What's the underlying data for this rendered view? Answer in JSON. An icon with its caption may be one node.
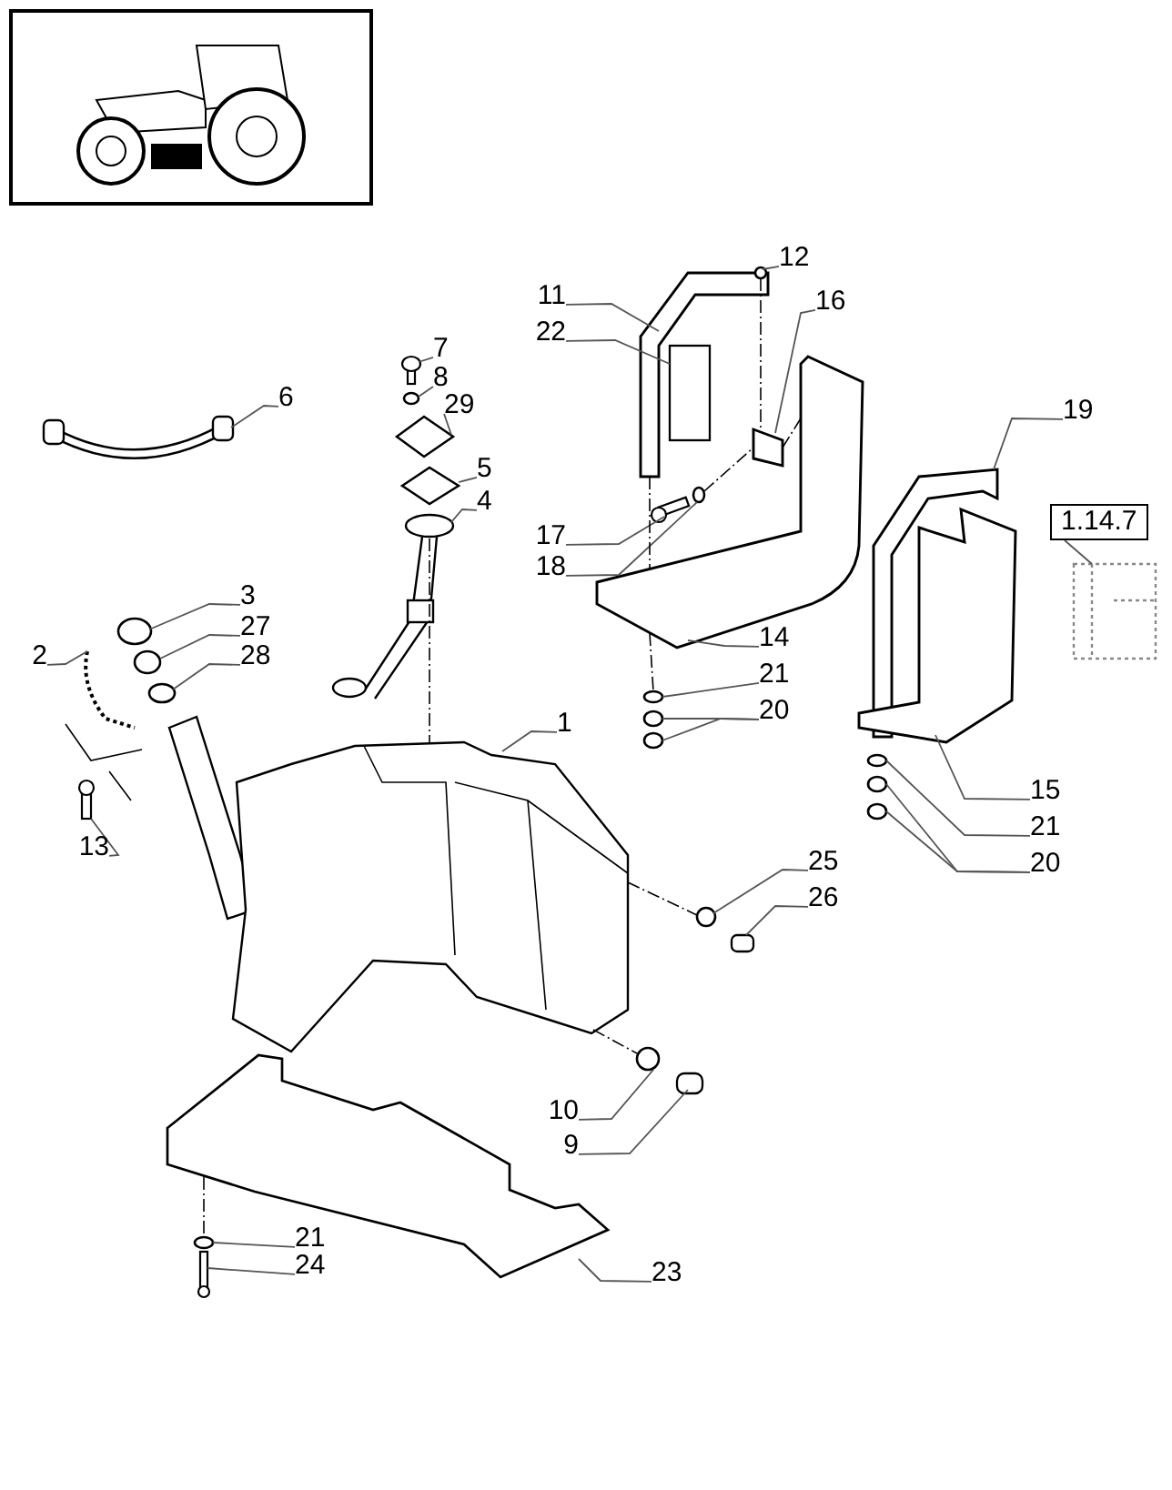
{
  "diagram": {
    "nodes": [
      {
        "text": [
          "12"
        ]
      },
      {
        "text": [
          "11"
        ]
      },
      {
        "text": [
          "16"
        ]
      },
      {
        "text": [
          "22"
        ]
      },
      {
        "text": [
          "7"
        ]
      },
      {
        "text": [
          "8"
        ]
      },
      {
        "text": [
          "6"
        ]
      },
      {
        "text": [
          "29"
        ]
      },
      {
        "text": [
          "19"
        ]
      },
      {
        "text": [
          "5"
        ]
      },
      {
        "text": [
          "4"
        ]
      },
      {
        "text": [
          "1.14.7"
        ]
      },
      {
        "text": [
          "17"
        ]
      },
      {
        "text": [
          "18"
        ]
      },
      {
        "text": [
          "3"
        ]
      },
      {
        "text": [
          "27"
        ]
      },
      {
        "text": [
          "28"
        ]
      },
      {
        "text": [
          "2"
        ]
      },
      {
        "text": [
          "14"
        ]
      },
      {
        "text": [
          "21"
        ]
      },
      {
        "text": [
          "20"
        ]
      },
      {
        "text": [
          "1"
        ]
      },
      {
        "text": [
          "15"
        ]
      },
      {
        "text": [
          "21"
        ]
      },
      {
        "text": [
          "13"
        ]
      },
      {
        "text": [
          "20"
        ]
      },
      {
        "text": [
          "25"
        ]
      },
      {
        "text": [
          "26"
        ]
      },
      {
        "text": [
          "10"
        ]
      },
      {
        "text": [
          "9"
        ]
      },
      {
        "text": [
          "21"
        ]
      },
      {
        "text": [
          "24"
        ]
      },
      {
        "text": [
          "23"
        ]
      },
      {
        "text": [],
        "shape": "picture"
      },
      {
        "text": [],
        "shape": "bolt"
      },
      {
        "text": [],
        "shape": "circle"
      },
      {
        "text": [],
        "shape": "diamond"
      },
      {
        "text": [],
        "shape": "diamond"
      },
      {
        "text": [],
        "shape": "picture"
      },
      {
        "text": [],
        "shape": "circle"
      },
      {
        "text": [],
        "shape": "circle"
      },
      {
        "text": [],
        "shape": "circle"
      },
      {
        "text": [],
        "shape": "chain"
      },
      {
        "text": [],
        "shape": "bolt"
      },
      {
        "text": [],
        "shape": "picture"
      },
      {
        "text": [],
        "shape": "bracket"
      },
      {
        "text": [],
        "shape": "circle"
      },
      {
        "text": [],
        "shape": "box"
      },
      {
        "text": [],
        "shape": "bracket"
      },
      {
        "text": [],
        "shape": "bracket"
      },
      {
        "text": [],
        "shape": "bolt"
      },
      {
        "text": [],
        "shape": "circle"
      },
      {
        "text": [],
        "shape": "circle"
      },
      {
        "text": [],
        "shape": "circle"
      },
      {
        "text": [],
        "shape": "circle"
      },
      {
        "text": [],
        "shape": "bracket"
      },
      {
        "text": [],
        "shape": "bracket"
      },
      {
        "text": [],
        "shape": "circle"
      },
      {
        "text": [],
        "shape": "circle"
      },
      {
        "text": [],
        "shape": "circle"
      },
      {
        "text": [],
        "shape": "picture"
      },
      {
        "text": [],
        "shape": "circle"
      },
      {
        "text": [],
        "shape": "box"
      },
      {
        "text": [],
        "shape": "circle"
      },
      {
        "text": [],
        "shape": "box"
      },
      {
        "text": [],
        "shape": "plate"
      },
      {
        "text": [],
        "shape": "circle"
      },
      {
        "text": [],
        "shape": "bolt"
      }
    ],
    "edges": [
      {
        "from": 0,
        "to": 46,
        "arrow": "none"
      },
      {
        "from": 1,
        "to": 45,
        "arrow": "none"
      },
      {
        "from": 2,
        "to": 49,
        "arrow": "none"
      },
      {
        "from": 3,
        "to": 47,
        "arrow": "none"
      },
      {
        "from": 4,
        "to": 34,
        "arrow": "none"
      },
      {
        "from": 5,
        "to": 35,
        "arrow": "none"
      },
      {
        "from": 6,
        "to": 33,
        "arrow": "none"
      },
      {
        "from": 7,
        "to": 36,
        "arrow": "none"
      },
      {
        "from": 8,
        "to": 55,
        "arrow": "none"
      },
      {
        "from": 9,
        "to": 37,
        "arrow": "none"
      },
      {
        "from": 10,
        "to": 38,
        "arrow": "none"
      },
      {
        "from": 11,
        "to": 60,
        "arrow": "none"
      },
      {
        "from": 12,
        "to": 50,
        "arrow": "none"
      },
      {
        "from": 13,
        "to": 51,
        "arrow": "none"
      },
      {
        "from": 14,
        "to": 39,
        "arrow": "none"
      },
      {
        "from": 15,
        "to": 40,
        "arrow": "none"
      },
      {
        "from": 16,
        "to": 41,
        "arrow": "none"
      },
      {
        "from": 17,
        "to": 42,
        "arrow": "none"
      },
      {
        "from": 18,
        "to": 48,
        "arrow": "none"
      },
      {
        "from": 19,
        "to": 52,
        "arrow": "none"
      },
      {
        "from": 20,
        "to": 53,
        "arrow": "none"
      },
      {
        "from": 20,
        "to": 54,
        "arrow": "none"
      },
      {
        "from": 21,
        "to": 44,
        "arrow": "none"
      },
      {
        "from": 22,
        "to": 56,
        "arrow": "none"
      },
      {
        "from": 23,
        "to": 57,
        "arrow": "none"
      },
      {
        "from": 25,
        "to": 58,
        "arrow": "none"
      },
      {
        "from": 25,
        "to": 59,
        "arrow": "none"
      },
      {
        "from": 24,
        "to": 43,
        "arrow": "none"
      },
      {
        "from": 26,
        "to": 61,
        "arrow": "none"
      },
      {
        "from": 27,
        "to": 62,
        "arrow": "none"
      },
      {
        "from": 28,
        "to": 63,
        "arrow": "none"
      },
      {
        "from": 29,
        "to": 64,
        "arrow": "none"
      },
      {
        "from": 30,
        "to": 66,
        "arrow": "none"
      },
      {
        "from": 31,
        "to": 67,
        "arrow": "none"
      },
      {
        "from": 32,
        "to": 65,
        "arrow": "none"
      },
      {
        "from": 38,
        "to": 44,
        "arrow": "none",
        "style": "dashed"
      },
      {
        "from": 46,
        "to": 49,
        "arrow": "none",
        "style": "dashed"
      },
      {
        "from": 45,
        "to": 48,
        "arrow": "none",
        "style": "dashed"
      },
      {
        "from": 48,
        "to": 52,
        "arrow": "none",
        "style": "dashed"
      },
      {
        "from": 51,
        "to": 49,
        "arrow": "none",
        "style": "dashed"
      },
      {
        "from": 49,
        "to": 48,
        "arrow": "none",
        "style": "dashed"
      },
      {
        "from": 44,
        "to": 61,
        "arrow": "none",
        "style": "dashed"
      },
      {
        "from": 44,
        "to": 63,
        "arrow": "none",
        "style": "dashed"
      },
      {
        "from": 65,
        "to": 66,
        "arrow": "none",
        "style": "dashed"
      }
    ]
  }
}
